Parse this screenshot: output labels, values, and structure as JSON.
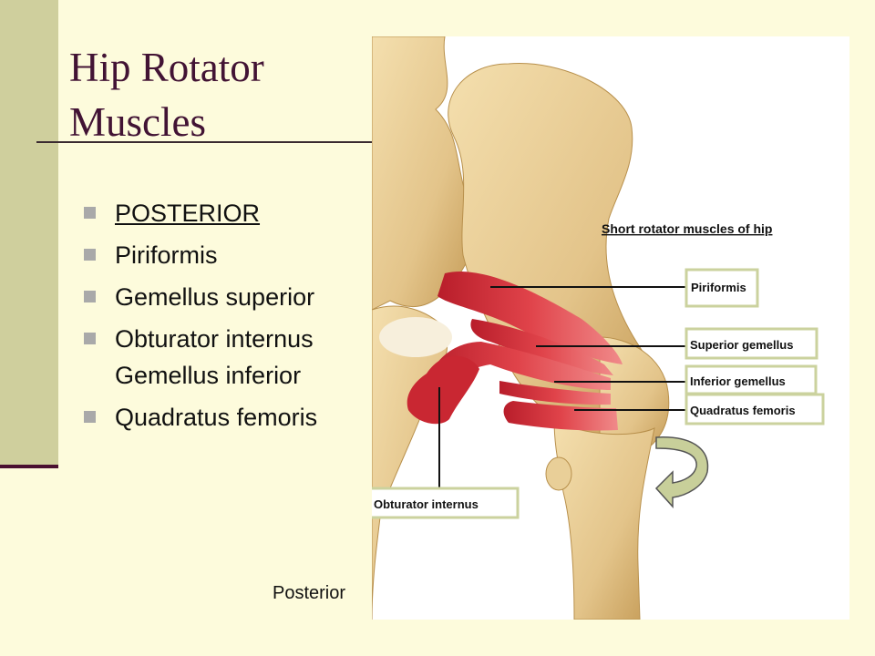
{
  "slide": {
    "title_line1": "Hip Rotator",
    "title_line2": "Muscles",
    "caption": "Posterior"
  },
  "bullets": [
    {
      "lines": [
        "POSTERIOR"
      ],
      "underlined": true
    },
    {
      "lines": [
        "Piriformis"
      ]
    },
    {
      "lines": [
        "Gemellus superior"
      ]
    },
    {
      "lines": [
        "Obturator internus",
        "Gemellus inferior"
      ]
    },
    {
      "lines": [
        "Quadratus femoris"
      ]
    }
  ],
  "figure": {
    "heading": "Short rotator muscles of hip",
    "labels": {
      "piriformis": "Piriformis",
      "superior_gemellus": "Superior gemellus",
      "inferior_gemellus": "Inferior gemellus",
      "quadratus_femoris": "Quadratus femoris",
      "obturator_internus": "Obturator internus"
    }
  },
  "colors": {
    "background": "#fdfbdc",
    "side_band": "#cfcf9d",
    "title": "#421334",
    "bone": "#e3c48a",
    "muscle": "#d9363e",
    "arrow": "#c8cf9a"
  }
}
